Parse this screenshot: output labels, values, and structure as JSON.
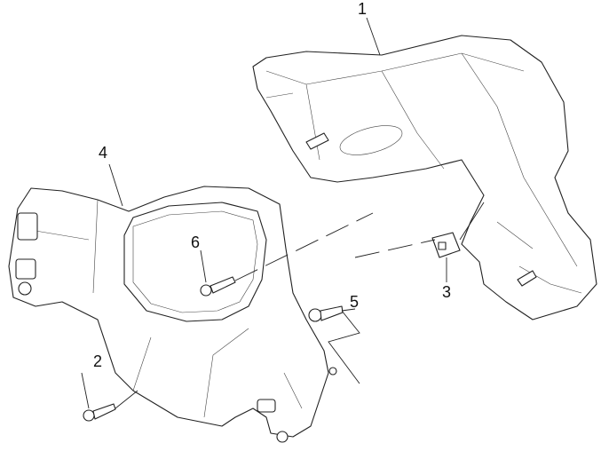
{
  "diagram": {
    "type": "exploded parts diagram",
    "callouts": [
      {
        "id": "1",
        "part": "rear-handlebar-cover"
      },
      {
        "id": "2",
        "part": "screw-lower"
      },
      {
        "id": "3",
        "part": "clip-nut"
      },
      {
        "id": "4",
        "part": "front-handlebar-cover"
      },
      {
        "id": "5",
        "part": "screw-right"
      },
      {
        "id": "6",
        "part": "screw-center"
      }
    ]
  }
}
